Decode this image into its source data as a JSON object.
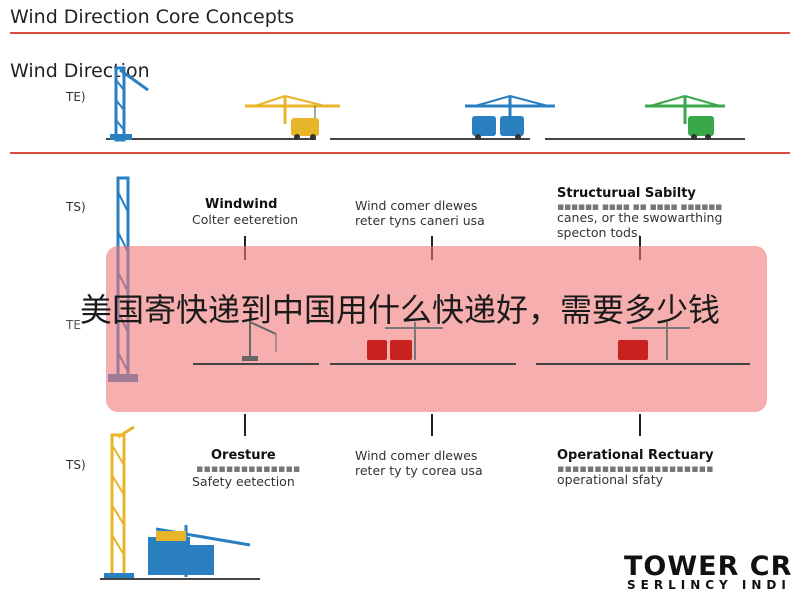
{
  "header": {
    "title": "Wind Direction Core Concepts",
    "subtitle": "Wind Direction"
  },
  "rows": [
    {
      "tag": "TE)"
    },
    {
      "tag": "TS)"
    },
    {
      "tag": "TE"
    },
    {
      "tag": "TS)"
    }
  ],
  "columns_row2": [
    {
      "heading": "Windwind",
      "lines": [
        "Colter eeteretion"
      ]
    },
    {
      "heading": "",
      "lines": [
        "Wind comer dlewes",
        "reter tyns caneri usa"
      ]
    },
    {
      "heading": "Structurual Sabilty",
      "lines": [
        "canes, or the swowarthing",
        "specton tods."
      ]
    }
  ],
  "columns_row3": [
    {
      "heading": "Oresture",
      "lines": [
        "Safety eetection"
      ]
    },
    {
      "heading": "",
      "lines": [
        "Wind comer dlewes",
        "reter ty ty corea usa"
      ]
    },
    {
      "heading": "Operational Rectuary",
      "lines": [
        "operational sfaty"
      ]
    }
  ],
  "overlay": {
    "text": "美国寄快递到中国用什么快递好，需要多少钱"
  },
  "logo": {
    "main": "TOWER CR",
    "sub": "SERLINCY INDI"
  },
  "colors": {
    "accent_rule": "#d94b3c",
    "crane_blue": "#2a7fc1",
    "crane_yellow": "#e8b52a",
    "crane_green": "#3aa74a",
    "truck_red": "#c8221e",
    "overlay": "#f07878"
  }
}
